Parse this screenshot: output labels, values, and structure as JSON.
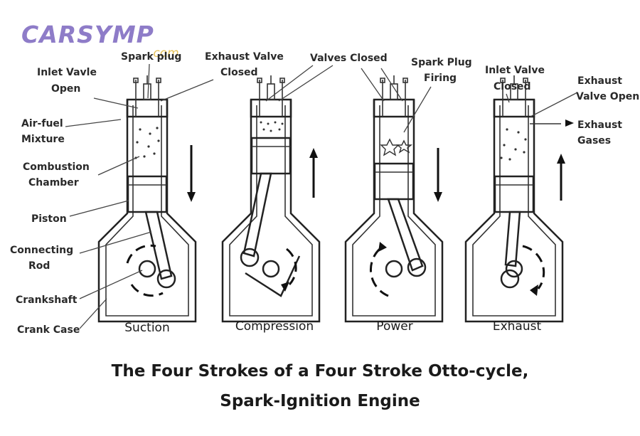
{
  "logo": {
    "main": "CARSYMP",
    "sub": ".com"
  },
  "labels": {
    "spark_plug": "Spark plug",
    "exhaust_valve_closed_1": "Exhaust Valve",
    "exhaust_valve_closed_2": "Closed",
    "inlet_valve_open_1": "Inlet Vavle",
    "inlet_valve_open_2": "Open",
    "air_fuel_1": "Air-fuel",
    "air_fuel_2": "Mixture",
    "combustion_1": "Combustion",
    "combustion_2": "Chamber",
    "piston": "Piston",
    "connecting_rod_1": "Connecting",
    "connecting_rod_2": "Rod",
    "crankshaft": "Crankshaft",
    "crank_case": "Crank Case",
    "valves_closed": "Valves Closed",
    "spark_plug_firing_1": "Spark Plug",
    "spark_plug_firing_2": "Firing",
    "inlet_valve_closed_1": "Inlet Valve",
    "inlet_valve_closed_2": "Closed",
    "exhaust_valve_open_1": "Exhaust",
    "exhaust_valve_open_2": "Valve Open",
    "exhaust_gases_1": "Exhaust",
    "exhaust_gases_2": "Gases"
  },
  "strokes": [
    "Suction",
    "Compression",
    "Power",
    "Exhaust"
  ],
  "caption": {
    "line1": "The Four Strokes of a Four Stroke Otto-cycle,",
    "line2": "Spark-Ignition Engine"
  }
}
